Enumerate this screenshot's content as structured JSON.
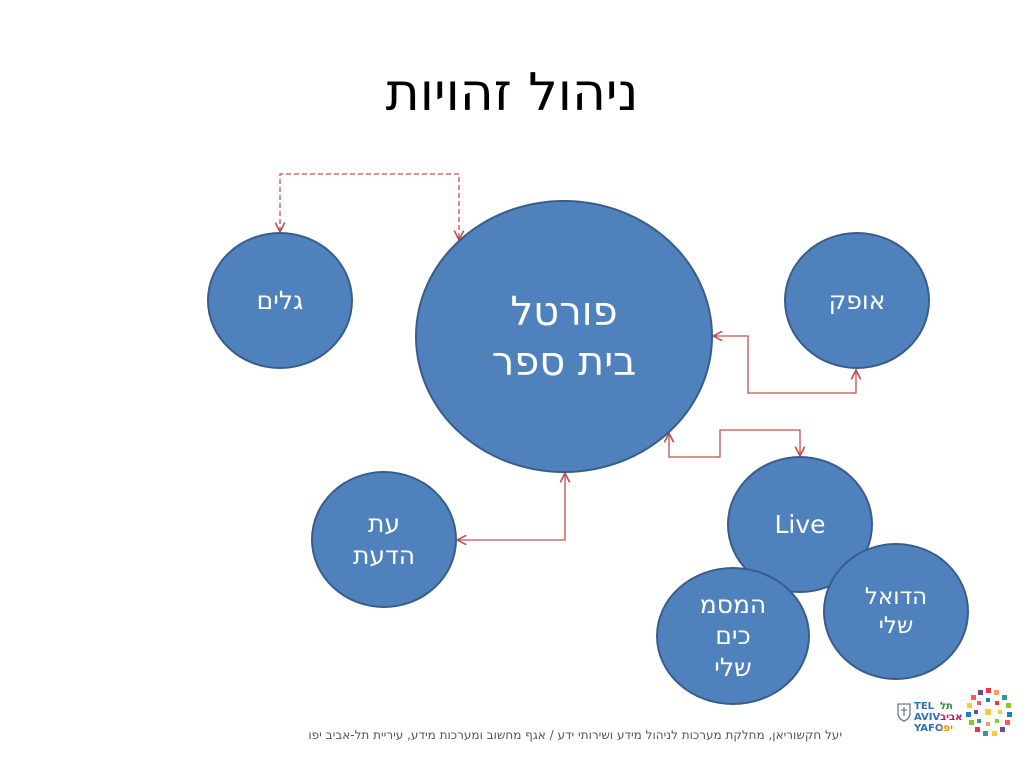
{
  "slide": {
    "title": "ניהול זהויות",
    "footer": "יעל חקשוריאן, מחלקת מערכות לניהול מידע ושירותי ידע / אגף מחשוב ומערכות מידע, עיריית תל-אביב יפו"
  },
  "nodes": {
    "portal": {
      "lines": [
        "פורטל",
        "בית ספר"
      ]
    },
    "galim": {
      "lines": [
        "גלים"
      ]
    },
    "ofek": {
      "lines": [
        "אופק"
      ]
    },
    "live": {
      "lines": [
        "Live"
      ]
    },
    "et_hadaat": {
      "lines": [
        "עת",
        "הדעת"
      ]
    },
    "hadoar": {
      "lines": [
        "הדואל",
        "שלי"
      ]
    },
    "hamismachim": {
      "lines": [
        "המסמ",
        "כים",
        "שלי"
      ]
    }
  },
  "logo": {
    "latin": [
      "TEL",
      "AVIV",
      "YAFO"
    ],
    "hebrew": [
      "תל",
      "אביב",
      "יפו"
    ]
  },
  "colors": {
    "node_fill": "#4f81bd",
    "node_border": "#385d8a",
    "connector": "#c0504d"
  }
}
